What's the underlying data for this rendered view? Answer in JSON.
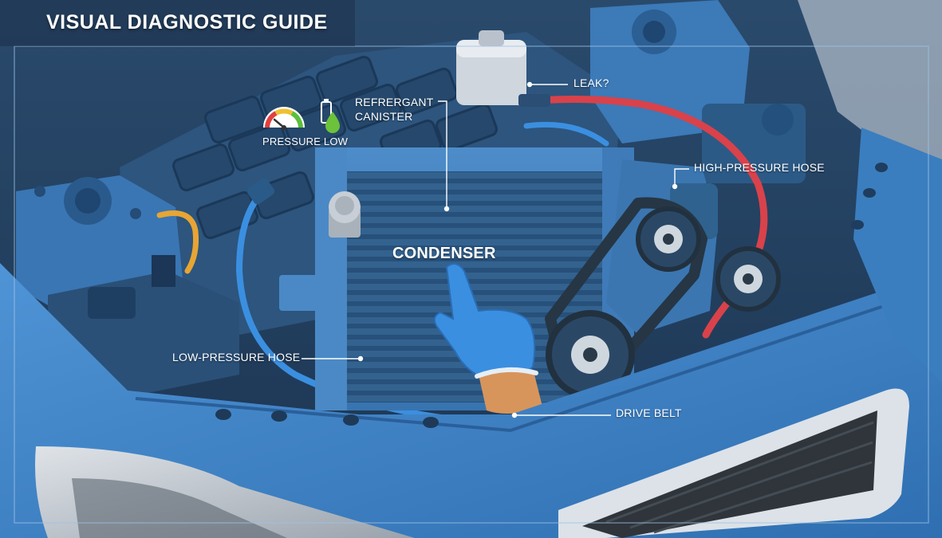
{
  "title": "VISUAL DIAGNOSTIC GUIDE",
  "labels": {
    "refrigerant_line1": "REFRERGANT",
    "refrigerant_line2": "CANISTER",
    "pressure": "PRESSURE LOW",
    "leak": "LEAK?",
    "high_pressure_hose": "HIGH-PRESSURE HOSE",
    "condenser": "CONDENSER",
    "low_pressure_hose": "LOW-PRESSURE HOSE",
    "drive_belt": "DRIVE BELT"
  },
  "icons": [
    "pressure-gauge-icon",
    "refrigerant-canister-icon",
    "leak-drop-icon",
    "pointing-hand-icon"
  ],
  "colors": {
    "background_dark": "#1f3c5c",
    "engine_blue": "#3a6f9f",
    "body_blue": "#3f8ad4",
    "high_pressure_hose": "#d9424a",
    "low_pressure_hose": "#3b8fe0",
    "coolant_pipe": "#e7a533",
    "gauge_needle": "#e04040",
    "leak_drop": "#6cc23a",
    "label_text": "#ffffff"
  }
}
